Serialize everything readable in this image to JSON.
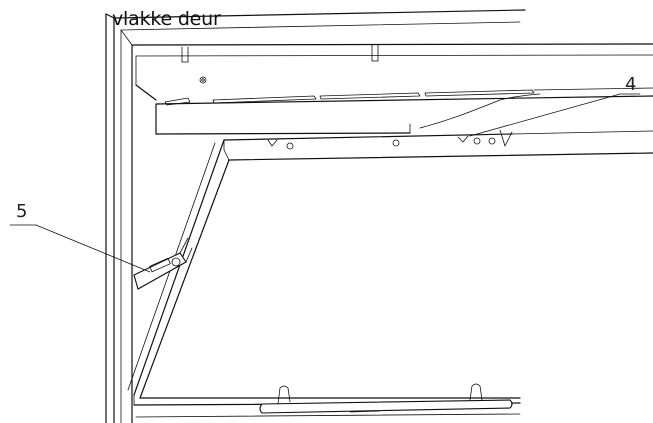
{
  "title": "vlakke deur",
  "callouts": [
    {
      "id": "4",
      "label": "4"
    },
    {
      "id": "5",
      "label": "5"
    }
  ]
}
